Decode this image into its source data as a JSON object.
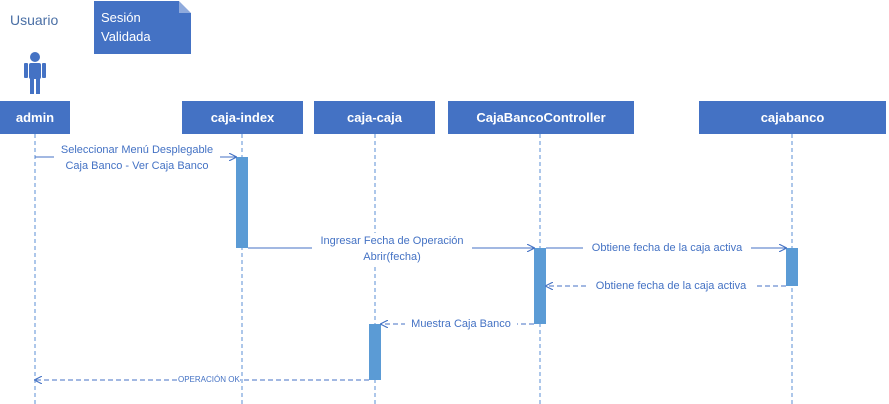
{
  "actor": {
    "label": "Usuario"
  },
  "note": {
    "line1": "Sesión",
    "line2": "Validada"
  },
  "participants": [
    {
      "label": "admin"
    },
    {
      "label": "caja-index"
    },
    {
      "label": "caja-caja"
    },
    {
      "label": "CajaBancoController"
    },
    {
      "label": "cajabanco"
    }
  ],
  "messages": [
    {
      "line1": "Seleccionar Menú Desplegable",
      "line2": "Caja Banco - Ver Caja Banco"
    },
    {
      "line1": "Ingresar Fecha de Operación",
      "line2": "Abrir(fecha)"
    },
    {
      "line1": "Obtiene fecha de la caja activa"
    },
    {
      "line1": "Obtiene fecha de la caja activa"
    },
    {
      "line1": "Muestra Caja Banco"
    },
    {
      "line1": "OPERACIÓN OK"
    }
  ],
  "colors": {
    "primary": "#4472c4",
    "lifeline": "#5b8fd6",
    "note_fold": "#8faadc"
  }
}
